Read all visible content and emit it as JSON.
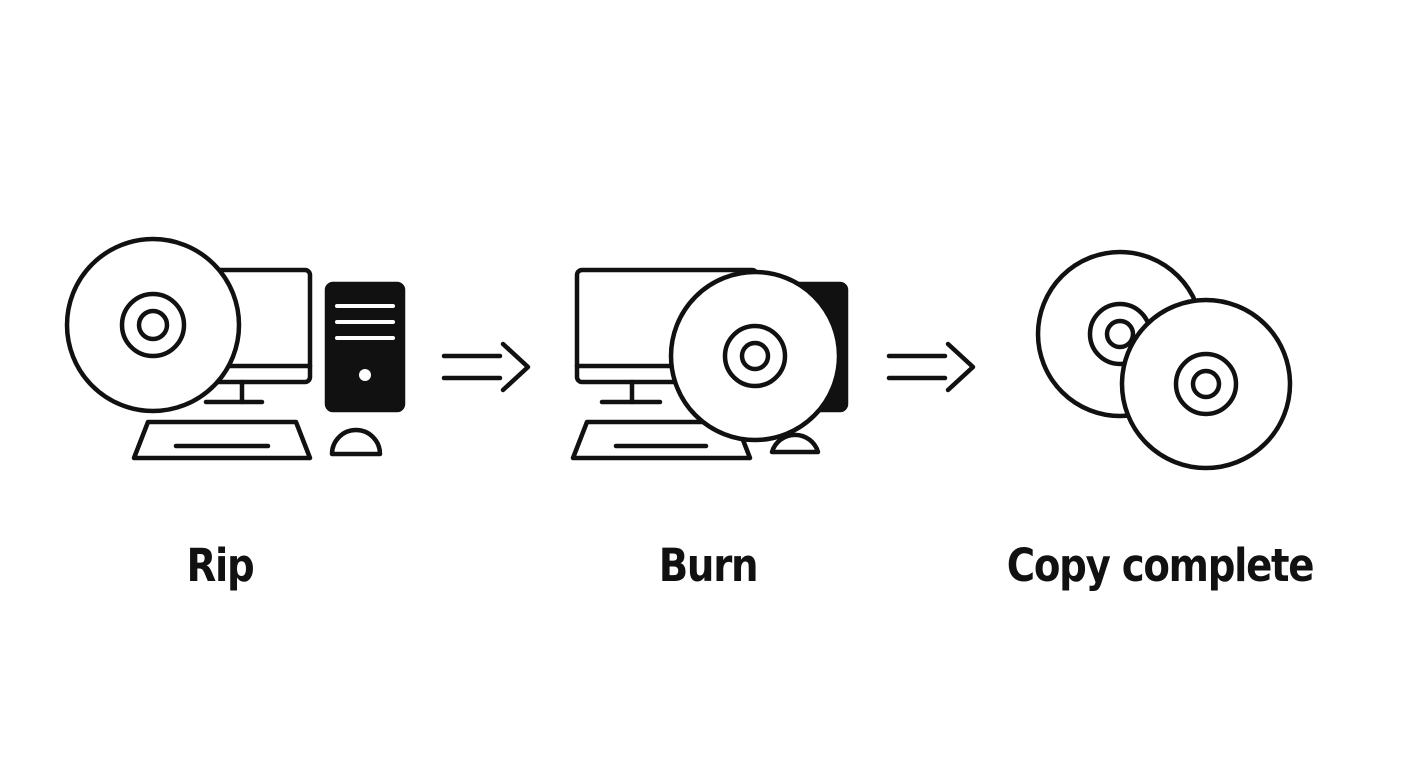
{
  "steps": [
    {
      "label": "Rip"
    },
    {
      "label": "Burn"
    },
    {
      "label": "Copy complete"
    }
  ],
  "colors": {
    "stroke": "#111111",
    "background": "#ffffff"
  },
  "icons": {
    "step1": [
      "computer-icon",
      "tower-icon",
      "disc-icon"
    ],
    "step2": [
      "computer-icon",
      "tower-icon",
      "disc-icon"
    ],
    "step3": [
      "disc-icon",
      "disc-icon"
    ],
    "connectors": [
      "double-arrow-icon",
      "double-arrow-icon"
    ]
  }
}
